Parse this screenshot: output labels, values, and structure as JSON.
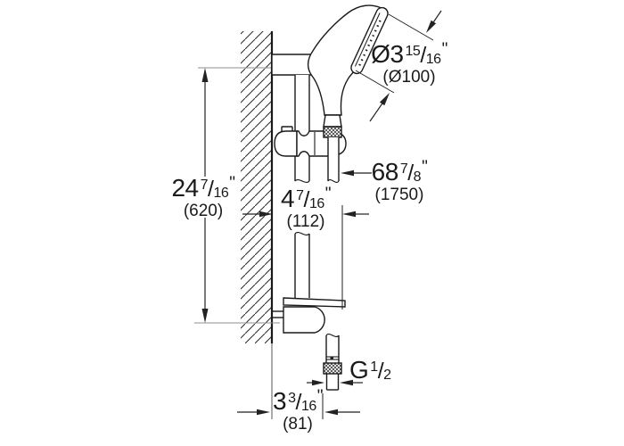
{
  "dims": {
    "head_diameter": {
      "main": "Ø3",
      "num": "15",
      "den": "16",
      "unit": "\"",
      "metric": "(Ø100)"
    },
    "rail_length": {
      "main": "24",
      "num": "7",
      "den": "16",
      "unit": "\"",
      "metric": "(620)"
    },
    "hose_length": {
      "main": "68",
      "num": "7",
      "den": "8",
      "unit": "\"",
      "metric": "(1750)"
    },
    "holder_reach": {
      "main": "4",
      "num": "7",
      "den": "16",
      "unit": "\"",
      "metric": "(112)"
    },
    "wall_distance": {
      "main": "3",
      "num": "3",
      "den": "16",
      "unit": "\"",
      "metric": "(81)"
    },
    "thread": {
      "main": "G",
      "num": "1",
      "den": "2",
      "unit": "",
      "metric": ""
    }
  },
  "colors": {
    "line": "#1a1a1a",
    "extension_line": "#8f8f8f",
    "background": "#ffffff"
  }
}
